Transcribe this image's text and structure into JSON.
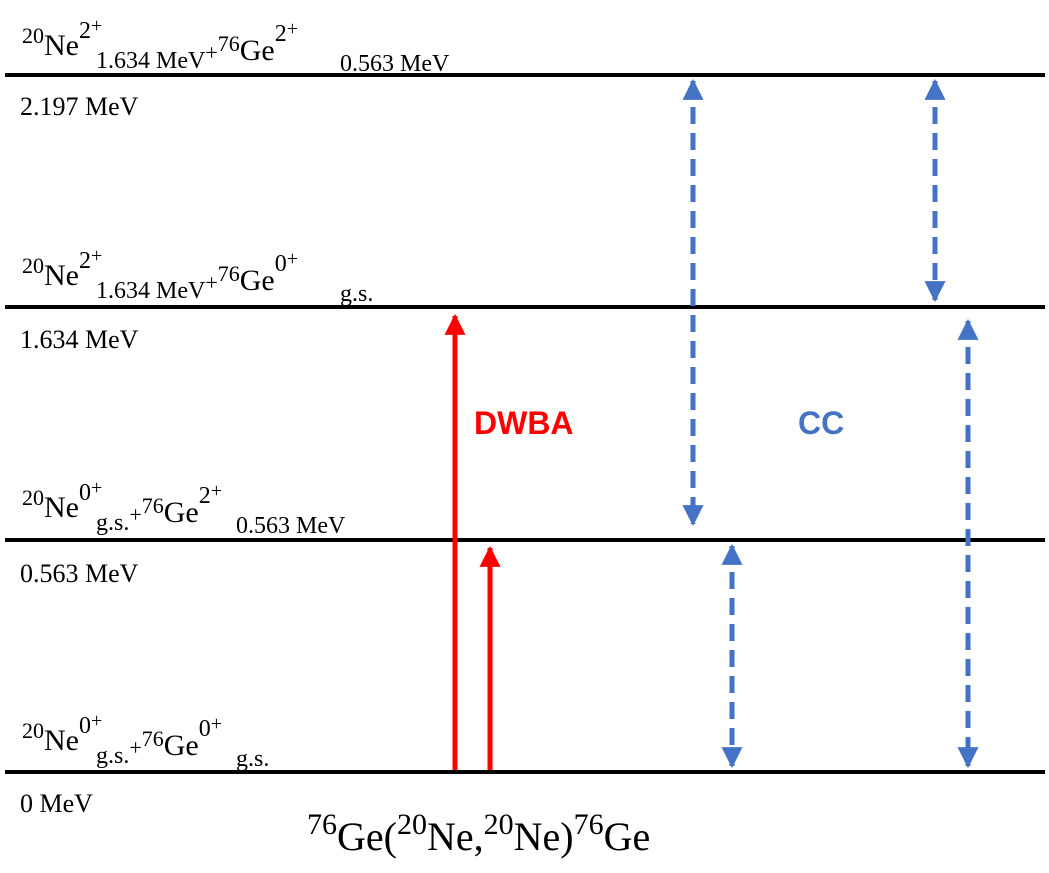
{
  "levels": [
    {
      "energy": "0 MeV",
      "state": {
        "a": "20",
        "b": "Ne",
        "c": "0",
        "d": "+",
        "e": "g.s.",
        "f": "+",
        "g": "76",
        "h": "Ge",
        "i": "0",
        "j": "+",
        "k": "g.s."
      }
    },
    {
      "energy": "0.563 MeV",
      "state": {
        "a": "20",
        "b": "Ne",
        "c": "0",
        "d": "+",
        "e": "g.s.",
        "f": "+",
        "g": "76",
        "h": "Ge",
        "i": "2",
        "j": "+",
        "k": "0.563 MeV"
      }
    },
    {
      "energy": "1.634 MeV",
      "state": {
        "a": "20",
        "b": "Ne",
        "c": "2",
        "d": "+",
        "e": "1.634 MeV",
        "f": "+",
        "g": "76",
        "h": "Ge",
        "i": "0",
        "j": "+",
        "k": "g.s."
      }
    },
    {
      "energy": "2.197 MeV",
      "state": {
        "a": "20",
        "b": "Ne",
        "c": "2",
        "d": "+",
        "e": "1.634 MeV",
        "f": "+",
        "g": "76",
        "h": "Ge",
        "i": "2",
        "j": "+",
        "k": "0.563 MeV"
      }
    }
  ],
  "labels": {
    "dwba": "DWBA",
    "cc": "CC"
  },
  "reaction": {
    "a": "76",
    "b": "Ge(",
    "c": "20",
    "d": "Ne,",
    "e": "20",
    "f": "Ne)",
    "g": "76",
    "h": "Ge"
  },
  "colors": {
    "dwba": "#ff0000",
    "cc": "#4472c4",
    "level_line": "#000000"
  }
}
